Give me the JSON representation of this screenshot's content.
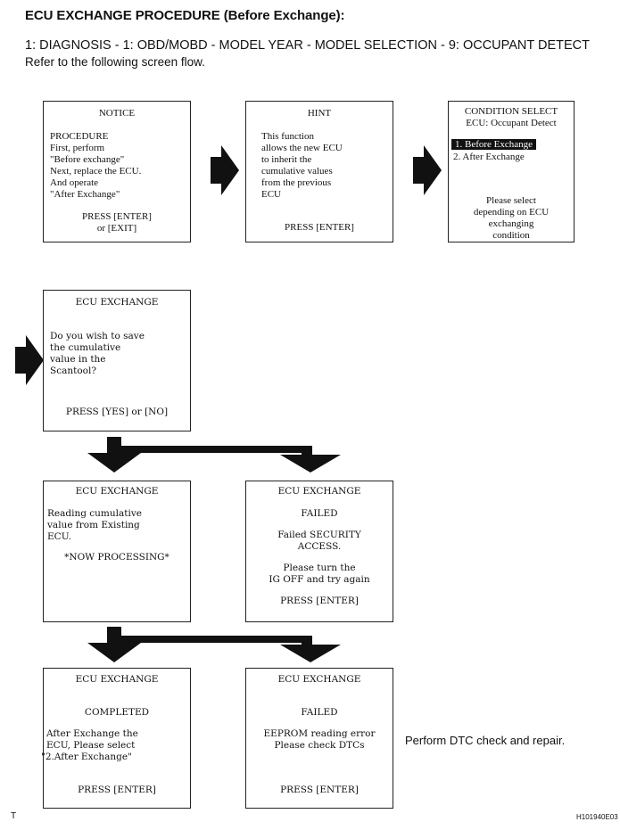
{
  "title": "ECU EXCHANGE PROCEDURE (Before Exchange):",
  "subtitle": "1: DIAGNOSIS - 1: OBD/MOBD - MODEL YEAR - MODEL SELECTION - 9: OCCUPANT DETECT",
  "refer": "Refer to the following screen flow.",
  "screens": {
    "notice": {
      "header": "NOTICE",
      "lines": [
        "PROCEDURE",
        "First, perform",
        "\"Before exchange\"",
        "Next, replace the ECU.",
        "And operate",
        "\"After Exchange\""
      ],
      "press1": "PRESS [ENTER]",
      "press2": "or [EXIT]"
    },
    "hint": {
      "header": "HINT",
      "lines": [
        "This function",
        "allows the new ECU",
        "to inherit the",
        "cumulative values",
        "from the previous",
        "ECU"
      ],
      "press": "PRESS [ENTER]"
    },
    "condition": {
      "header1": "CONDITION SELECT",
      "header2": "ECU: Occupant Detect",
      "option1": "1.  Before Exchange",
      "option2": "2.  After Exchange",
      "footer": [
        "Please select",
        "depending on ECU",
        "exchanging",
        "condition"
      ]
    },
    "save": {
      "header": "ECU EXCHANGE",
      "lines": [
        "Do you wish to save",
        "the cumulative",
        "value in the",
        "Scantool?"
      ],
      "press": "PRESS [YES] or [NO]"
    },
    "reading": {
      "header": "ECU EXCHANGE",
      "lines": [
        "Reading cumulative",
        "value from Existing",
        "ECU."
      ],
      "status": "*NOW PROCESSING*"
    },
    "failed_security": {
      "header": "ECU EXCHANGE",
      "status": "FAILED",
      "lines": [
        "Failed SECURITY",
        "ACCESS.",
        "",
        "Please turn the",
        "IG OFF and try again"
      ],
      "press": "PRESS [ENTER]"
    },
    "completed": {
      "header": "ECU EXCHANGE",
      "status": "COMPLETED",
      "lines": [
        "After Exchange the",
        "ECU, Please select",
        "\"2.After Exchange\""
      ],
      "press": "PRESS [ENTER]"
    },
    "failed_eeprom": {
      "header": "ECU EXCHANGE",
      "status": "FAILED",
      "lines": [
        "EEPROM reading error",
        "Please check DTCs"
      ],
      "press": "PRESS [ENTER]"
    }
  },
  "note": "Perform DTC check and repair.",
  "figure_id": "H101940E03",
  "page_mark": "T"
}
